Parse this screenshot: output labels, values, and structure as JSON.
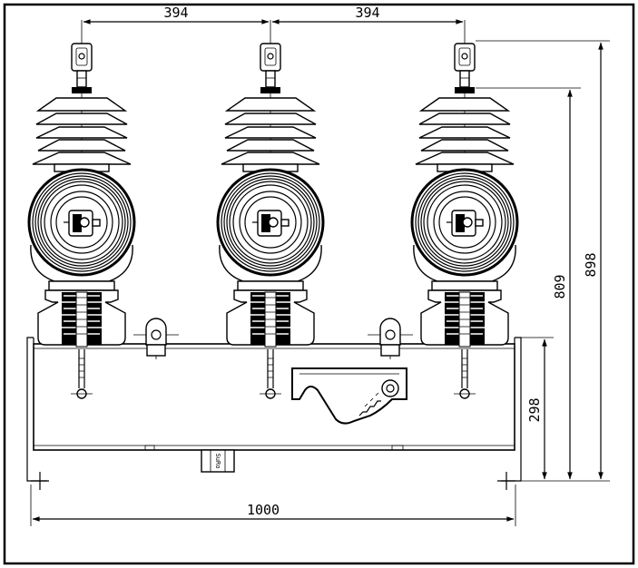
{
  "dimensions": {
    "pole_spacing_left": "394",
    "pole_spacing_right": "394",
    "overall_width": "1000",
    "base_height": "298",
    "terminal_height": "809",
    "total_height": "898"
  },
  "nameplate_text": "SuRo"
}
